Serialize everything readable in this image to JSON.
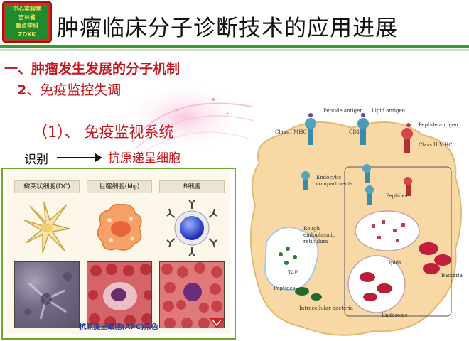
{
  "header": {
    "logo_lines": [
      "中心实验室",
      "吉林省",
      "重点学科",
      "ZDXK"
    ],
    "title": "肿瘤临床分子诊断技术的应用进展"
  },
  "content": {
    "heading1": "一、肿瘤发生发展的分子机制",
    "heading2_num": "2",
    "heading2_text": "、免疫监控失调",
    "subheading": "（1）、 免疫监视系统",
    "recognize": "识别",
    "apc": "抗原递呈细胞"
  },
  "panel": {
    "columns": [
      "树突状细胞(DC)",
      "巨噬细胞(Mφ)",
      "B细胞"
    ],
    "caption": "抗原提呈细胞(APC)染色"
  },
  "diagram": {
    "labels": {
      "peptide_antigen": "Peptide antigen",
      "lipid_antigen": "Lipid antigen",
      "peptide_antigen_2": "Peptide antigen",
      "class1": "Class I MHC",
      "cd1": "CD1",
      "class2": "Class II MHC",
      "endocytic": "Endocytic",
      "compartments": "compartments",
      "peptides": "Peptides",
      "rough": "Rough",
      "endoplasmic": "endoplasmic",
      "reticulum": "reticulum",
      "tap": "TAP",
      "lipids": "Lipids",
      "bacteria": "Bacteria",
      "peptides2": "Peptides",
      "intracellular": "Intracellular bacteria",
      "endosome": "Endosome"
    }
  }
}
